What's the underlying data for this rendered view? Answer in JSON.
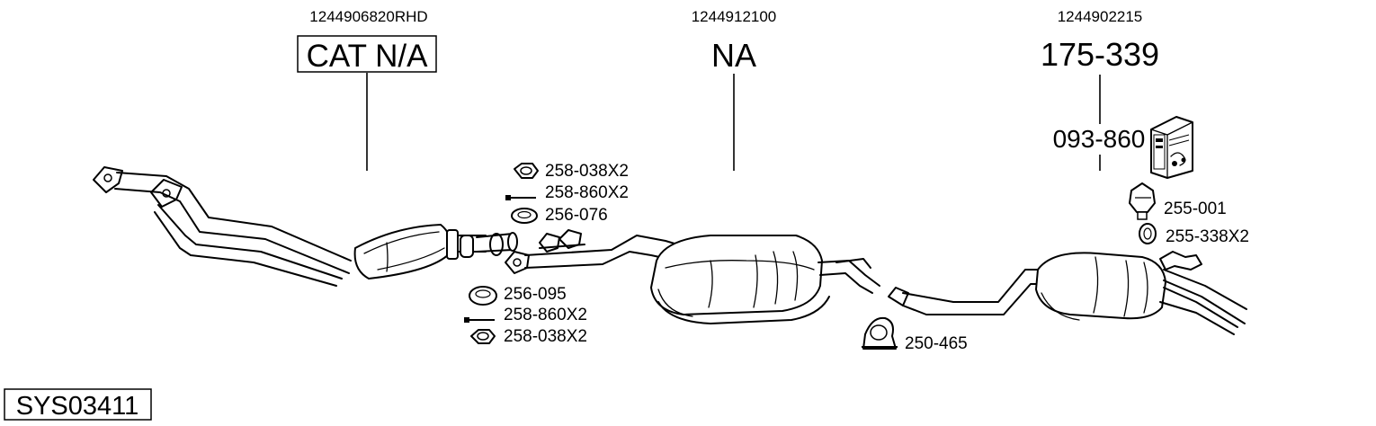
{
  "diagram": {
    "sections": [
      {
        "part_number": "1244906820RHD",
        "code": "CAT N/A"
      },
      {
        "part_number": "1244912100",
        "code": "NA"
      },
      {
        "part_number": "1244902215",
        "code": "175-339"
      }
    ],
    "mounting_kit": "093-860",
    "fittings": {
      "upper_left": [
        "258-038X2",
        "258-860X2",
        "256-076"
      ],
      "lower_left": [
        "256-095",
        "258-860X2",
        "258-038X2"
      ],
      "clamp": "250-465",
      "rear_mount": "255-001",
      "rear_ring": "255-338X2"
    },
    "system_id": "SYS03411"
  }
}
